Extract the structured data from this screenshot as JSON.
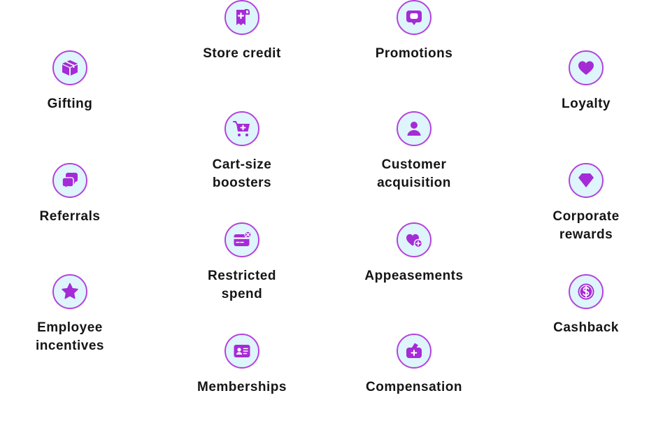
{
  "colors": {
    "icon_fill": "#a52bd6",
    "circle_border": "#b443dc",
    "circle_bg": "#ddf5fb",
    "label": "#151515"
  },
  "items": {
    "store_credit": {
      "label": "Store credit",
      "icon": "receipt-plus-icon"
    },
    "promotions": {
      "label": "Promotions",
      "icon": "chat-bubble-icon"
    },
    "gifting": {
      "label": "Gifting",
      "icon": "gift-box-icon"
    },
    "loyalty": {
      "label": "Loyalty",
      "icon": "heart-icon"
    },
    "cart_size": {
      "label": "Cart-size\nboosters",
      "icon": "cart-plus-icon"
    },
    "customer_acq": {
      "label": "Customer\nacquisition",
      "icon": "person-icon"
    },
    "referrals": {
      "label": "Referrals",
      "icon": "chat-bubbles-icon"
    },
    "corporate": {
      "label": "Corporate\nrewards",
      "icon": "gem-icon"
    },
    "restricted": {
      "label": "Restricted\nspend",
      "icon": "card-blocked-icon"
    },
    "appeasements": {
      "label": "Appeasements",
      "icon": "heart-plus-icon"
    },
    "employee": {
      "label": "Employee\nincentives",
      "icon": "star-icon"
    },
    "cashback": {
      "label": "Cashback",
      "icon": "dollar-icon"
    },
    "memberships": {
      "label": "Memberships",
      "icon": "id-card-icon"
    },
    "compensation": {
      "label": "Compensation",
      "icon": "wallet-plus-icon"
    }
  }
}
